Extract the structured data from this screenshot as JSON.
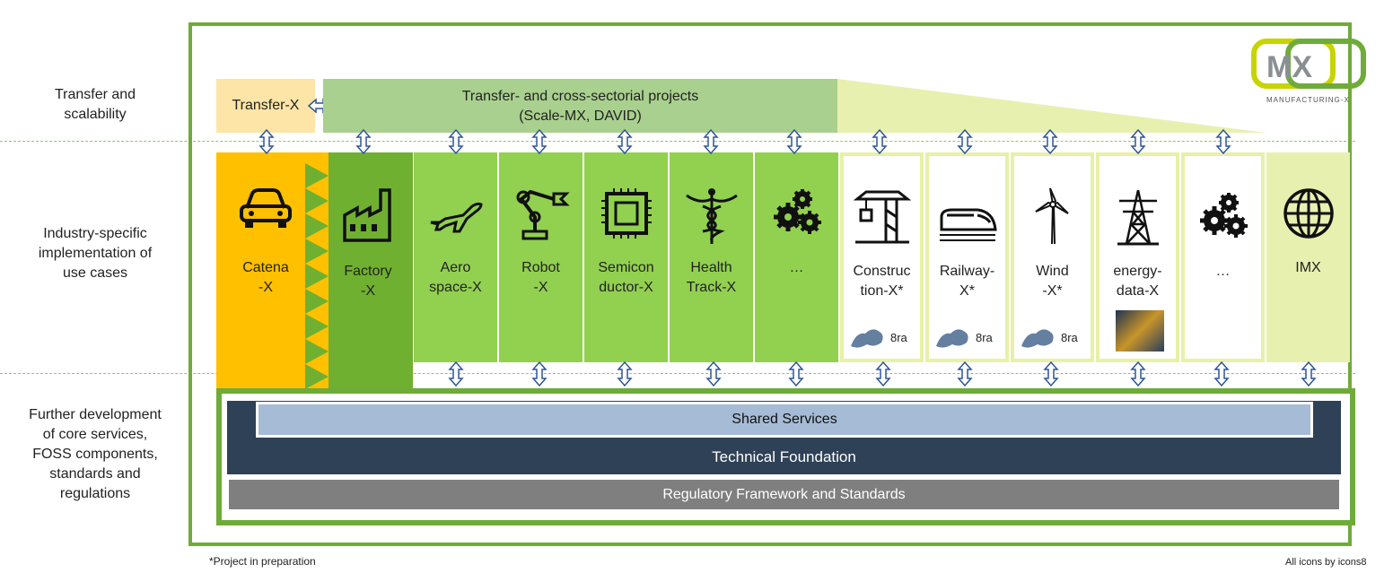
{
  "left_labels": {
    "transfer": [
      "Transfer and",
      "scalability"
    ],
    "industry": [
      "Industry-specific",
      "implementation of",
      "use cases"
    ],
    "further": [
      "Further development",
      "of core services,",
      "FOSS components,",
      "standards and",
      "regulations"
    ]
  },
  "top": {
    "transfer_x": "Transfer-X",
    "projects_line1": "Transfer- and cross-sectorial projects",
    "projects_line2": "(Scale-MX, DAVID)"
  },
  "logo": {
    "mark": "MX",
    "sub": "MANUFACTURING-X"
  },
  "columns": [
    {
      "l1": "Catena",
      "l2": "-X",
      "icon": "car-icon"
    },
    {
      "l1": "Factory",
      "l2": "-X",
      "icon": "factory-icon"
    },
    {
      "l1": "Aero",
      "l2": "space-X",
      "icon": "airplane-icon"
    },
    {
      "l1": "Robot",
      "l2": "-X",
      "icon": "robot-arm-icon"
    },
    {
      "l1": "Semicon",
      "l2": "ductor-X",
      "icon": "chip-icon"
    },
    {
      "l1": "Health",
      "l2": "Track-X",
      "icon": "caduceus-icon"
    },
    {
      "l1": "…",
      "l2": "",
      "icon": "gears-icon"
    },
    {
      "l1": "Construc",
      "l2": "tion-X*",
      "icon": "crane-icon"
    },
    {
      "l1": "Railway-",
      "l2": "X*",
      "icon": "train-icon"
    },
    {
      "l1": "Wind",
      "l2": "-X*",
      "icon": "wind-turbine-icon"
    },
    {
      "l1": "energy-",
      "l2": "data-X",
      "icon": "power-tower-icon"
    },
    {
      "l1": "…",
      "l2": "",
      "icon": "gears-icon"
    },
    {
      "l1": "IMX",
      "l2": "",
      "icon": "globe-icon"
    }
  ],
  "badge_text": "8ra",
  "bottom": {
    "shared": "Shared Services",
    "technical": "Technical Foundation",
    "regulatory": "Regulatory Framework and Standards"
  },
  "footnotes": {
    "left": "*Project in preparation",
    "right": "All icons by icons8"
  },
  "colors": {
    "green_border": "#6fab3a",
    "column_green": "#92d050",
    "factory_green": "#6fb030",
    "catena_yellow": "#ffc000",
    "transfer_tan": "#fce5a6",
    "projects_green": "#a9d08e",
    "lime": "#e8f0b0",
    "shared_blue": "#a6bbd6",
    "foundation_navy": "#2e4157",
    "regulatory_gray": "#7f7f7f"
  }
}
